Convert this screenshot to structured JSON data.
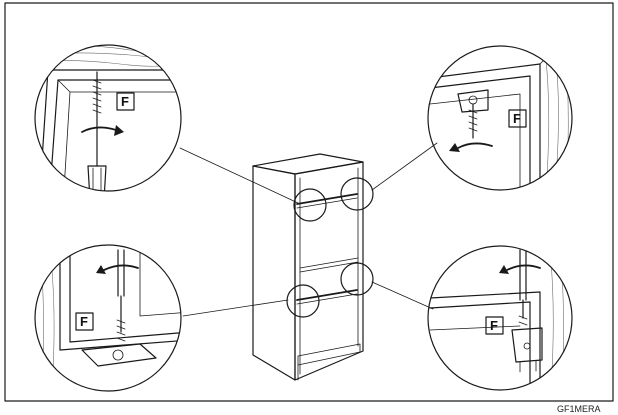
{
  "diagram": {
    "callouts": [
      {
        "id": "top-left",
        "label": "F"
      },
      {
        "id": "top-right",
        "label": "F"
      },
      {
        "id": "bottom-left",
        "label": "F"
      },
      {
        "id": "bottom-right",
        "label": "F"
      }
    ],
    "reference_code": "GF1MERA"
  }
}
